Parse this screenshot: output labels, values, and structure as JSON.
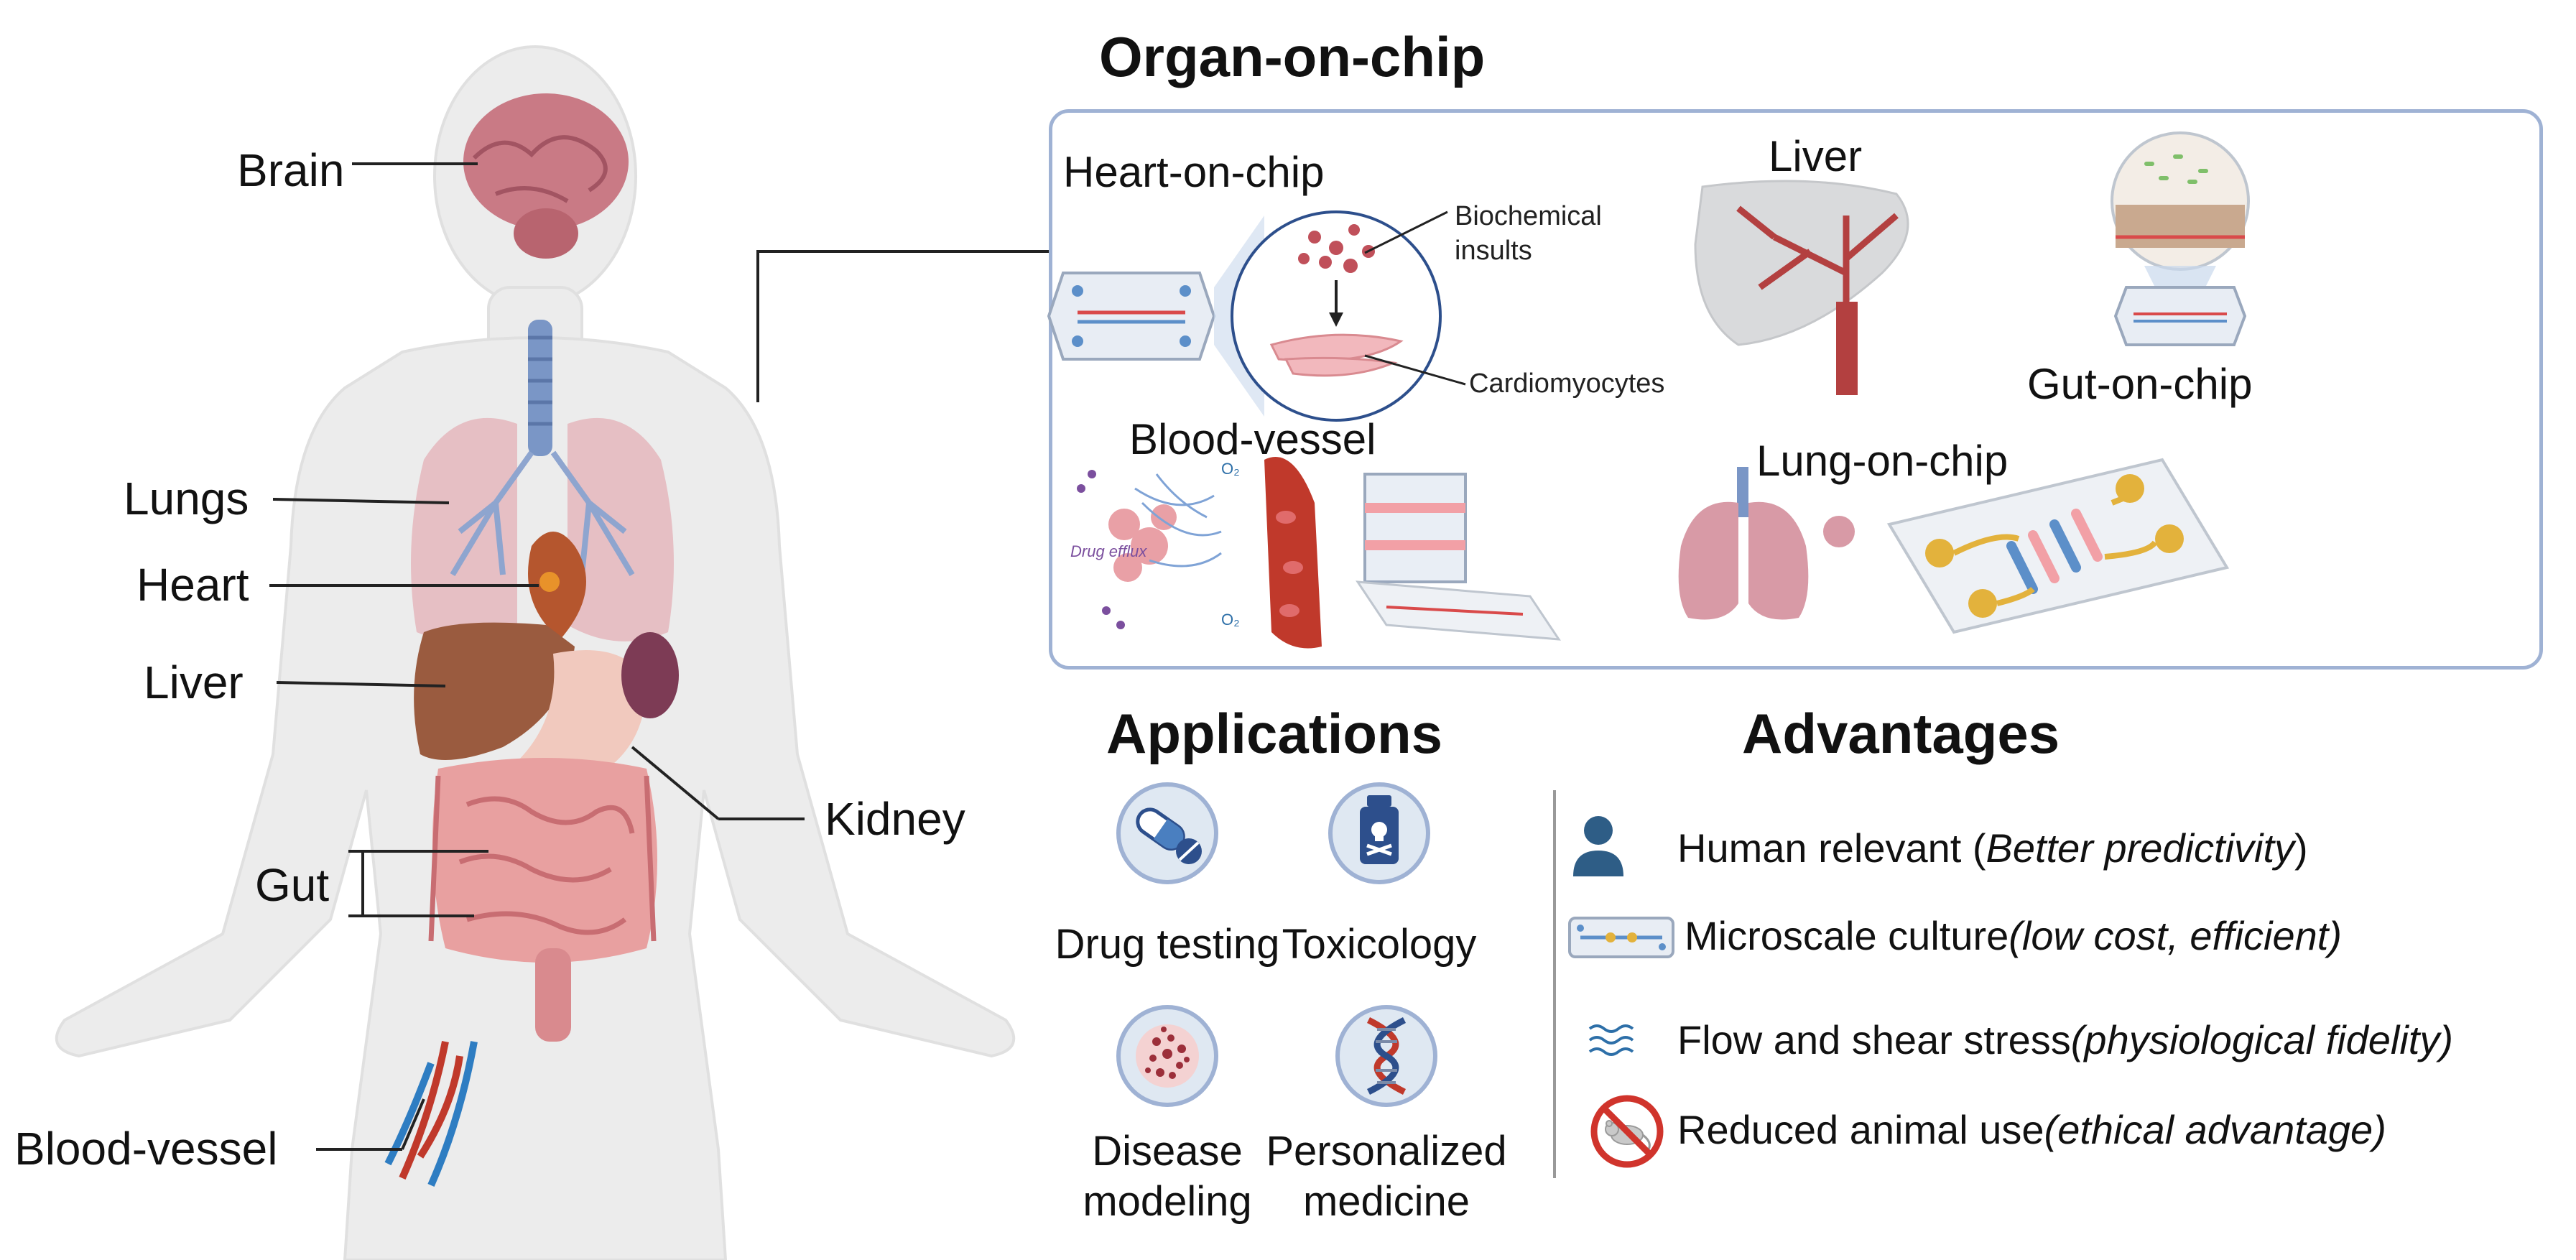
{
  "title": "Organ-on-chip",
  "organs": {
    "brain": "Brain",
    "lungs": "Lungs",
    "heart": "Heart",
    "liver": "Liver",
    "kidney": "Kidney",
    "gut": "Gut",
    "blood_vessel": "Blood-vessel"
  },
  "chips": {
    "heart_on_chip": "Heart-on-chip",
    "biochemical_insults": "Biochemical\ninsults",
    "cardiomyocytes": "Cardiomyocytes",
    "liver": "Liver",
    "gut_on_chip": "Gut-on-chip",
    "blood_vessel": "Blood-vessel",
    "lung_on_chip": "Lung-on-chip",
    "drug_efflux": "Drug efflux",
    "o2": "O₂"
  },
  "applications": {
    "heading": "Applications",
    "items": [
      {
        "label": "Drug testing",
        "icon": "capsule-pill-icon"
      },
      {
        "label": "Toxicology",
        "icon": "poison-bottle-icon"
      },
      {
        "label": "Disease\nmodeling",
        "icon": "cell-cluster-icon"
      },
      {
        "label": "Personalized\nmedicine",
        "icon": "dna-helix-icon"
      }
    ]
  },
  "advantages": {
    "heading": "Advantages",
    "items": [
      {
        "plain": "Human relevant (",
        "italic": "Better predictivity",
        "close": ")",
        "icon": "person-icon"
      },
      {
        "plain": "Microscale culture ",
        "italic": "(low cost, efficient)",
        "close": "",
        "icon": "microchip-icon"
      },
      {
        "plain": "Flow and shear stress ",
        "italic": "(physiological fidelity)",
        "close": "",
        "icon": "wave-flow-icon"
      },
      {
        "plain": "Reduced animal use ",
        "italic": "(ethical advantage)",
        "close": "",
        "icon": "no-animal-icon"
      }
    ]
  },
  "colors": {
    "panel_border": "#9fb2d4",
    "accent_blue": "#2d6fa8",
    "accent_red": "#c0392b",
    "icon_bg": "#dfe8f2",
    "body_fill": "#eeeeee"
  }
}
